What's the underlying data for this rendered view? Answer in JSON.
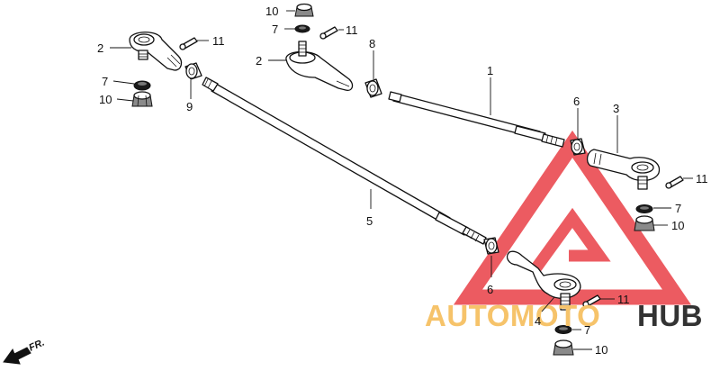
{
  "callouts": [
    {
      "label": "10"
    },
    {
      "label": "7"
    },
    {
      "label": "11"
    },
    {
      "label": "2"
    },
    {
      "label": "8"
    },
    {
      "label": "2"
    },
    {
      "label": "11"
    },
    {
      "label": "7"
    },
    {
      "label": "10"
    },
    {
      "label": "9"
    },
    {
      "label": "1"
    },
    {
      "label": "6"
    },
    {
      "label": "3"
    },
    {
      "label": "11"
    },
    {
      "label": "7"
    },
    {
      "label": "10"
    },
    {
      "label": "5"
    },
    {
      "label": "6"
    },
    {
      "label": "11"
    },
    {
      "label": "4"
    },
    {
      "label": "7"
    },
    {
      "label": "10"
    }
  ],
  "direction_marker": {
    "label": "FR."
  },
  "watermark": {
    "word_part1": "AUTOMOTO",
    "word_part2": "HUB",
    "color_logo": "#e8333a",
    "color_auto": "#f6c36a",
    "color_hub": "#333333"
  }
}
